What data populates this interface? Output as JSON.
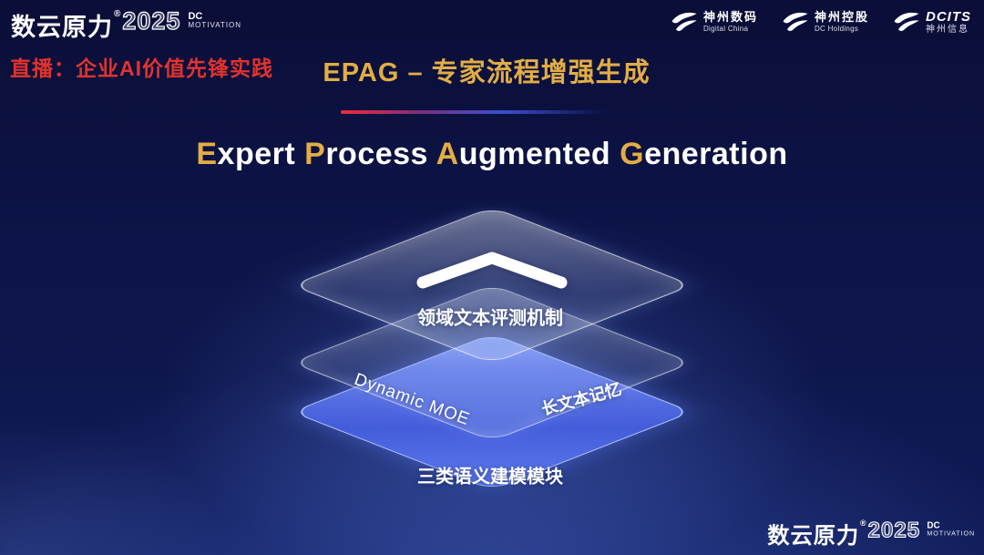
{
  "brand": {
    "name": "数云原力",
    "reg_mark": "®",
    "year": "2025",
    "tagline_line1": "DC",
    "tagline_line2": "MOTIVATION"
  },
  "header": {
    "live_banner": "直播：企业AI价值先锋实践",
    "title": "EPAG – 专家流程增强生成"
  },
  "subtitle": {
    "parts": [
      "E",
      "xpert ",
      "P",
      "rocess ",
      "A",
      "ugmented ",
      "G",
      "eneration"
    ]
  },
  "partner_logos": [
    {
      "name_primary": "神州数码",
      "name_secondary": "Digital China"
    },
    {
      "name_primary": "神州控股",
      "name_secondary": "DC Holdings"
    },
    {
      "name_primary": "DCITS",
      "name_secondary": "神州信息"
    }
  ],
  "stack": {
    "top_layer": {
      "label": "领域文本评测机制"
    },
    "middle_layer": {
      "label_left": "Dynamic MOE",
      "label_right": "长文本记忆"
    },
    "bottom_layer": {
      "label": "三类语义建模模块"
    }
  },
  "colors": {
    "gold": "#e2ad45",
    "live_red": "#e2332d",
    "layer_blue": "#5069e0",
    "background_navy": "#0d1448"
  }
}
